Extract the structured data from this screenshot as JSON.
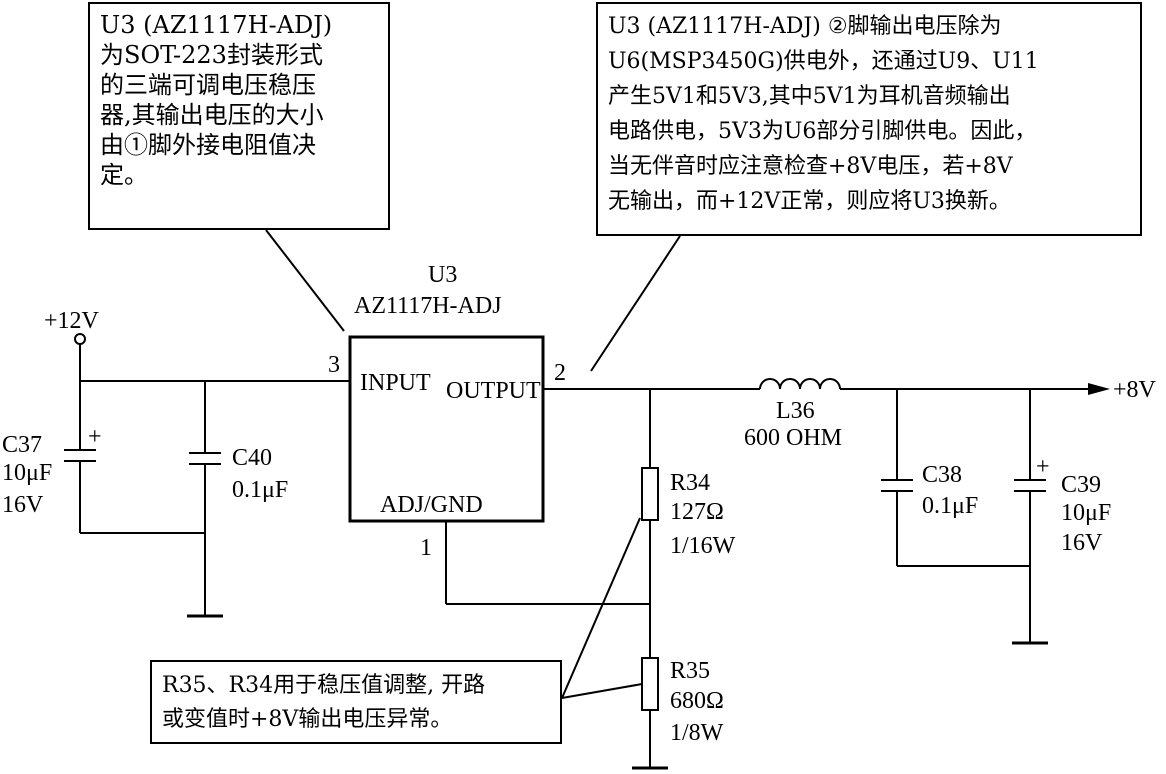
{
  "supply": {
    "vin_label": "+12V",
    "vout_label": "+8V"
  },
  "regulator": {
    "ref": "U3",
    "part": "AZ1117H-ADJ",
    "pin_input_label": "INPUT",
    "pin_output_label": "OUTPUT",
    "pin_adj_label": "ADJ/GND",
    "pin3": "3",
    "pin2": "2",
    "pin1": "1"
  },
  "components": {
    "c37": {
      "ref": "C37",
      "value": "10μF",
      "rating": "16V",
      "polarity": "+"
    },
    "c40": {
      "ref": "C40",
      "value": "0.1μF"
    },
    "l36": {
      "ref": "L36",
      "value": "600 OHM"
    },
    "r34": {
      "ref": "R34",
      "value": "127Ω",
      "power": "1/16W"
    },
    "r35": {
      "ref": "R35",
      "value": "680Ω",
      "power": "1/8W"
    },
    "c38": {
      "ref": "C38",
      "value": "0.1μF"
    },
    "c39": {
      "ref": "C39",
      "value": "10μF",
      "rating": "16V",
      "polarity": "+"
    }
  },
  "notes": {
    "note1": [
      "U3 (AZ1117H-ADJ)",
      "为SOT-223封装形式",
      "的三端可调电压稳压",
      "器,其输出电压的大小",
      "由①脚外接电阻值决",
      "定。"
    ],
    "note2": [
      "U3 (AZ1117H-ADJ) ②脚输出电压除为",
      "U6(MSP3450G)供电外，还通过U9、U11",
      "产生5V1和5V3,其中5V1为耳机音频输出",
      "电路供电，5V3为U6部分引脚供电。因此，",
      "当无伴音时应注意检查+8V电压，若+8V",
      "无输出，而+12V正常，则应将U3换新。"
    ],
    "note3": [
      "R35、R34用于稳压值调整, 开路",
      "或变值时+8V输出电压异常。"
    ]
  }
}
